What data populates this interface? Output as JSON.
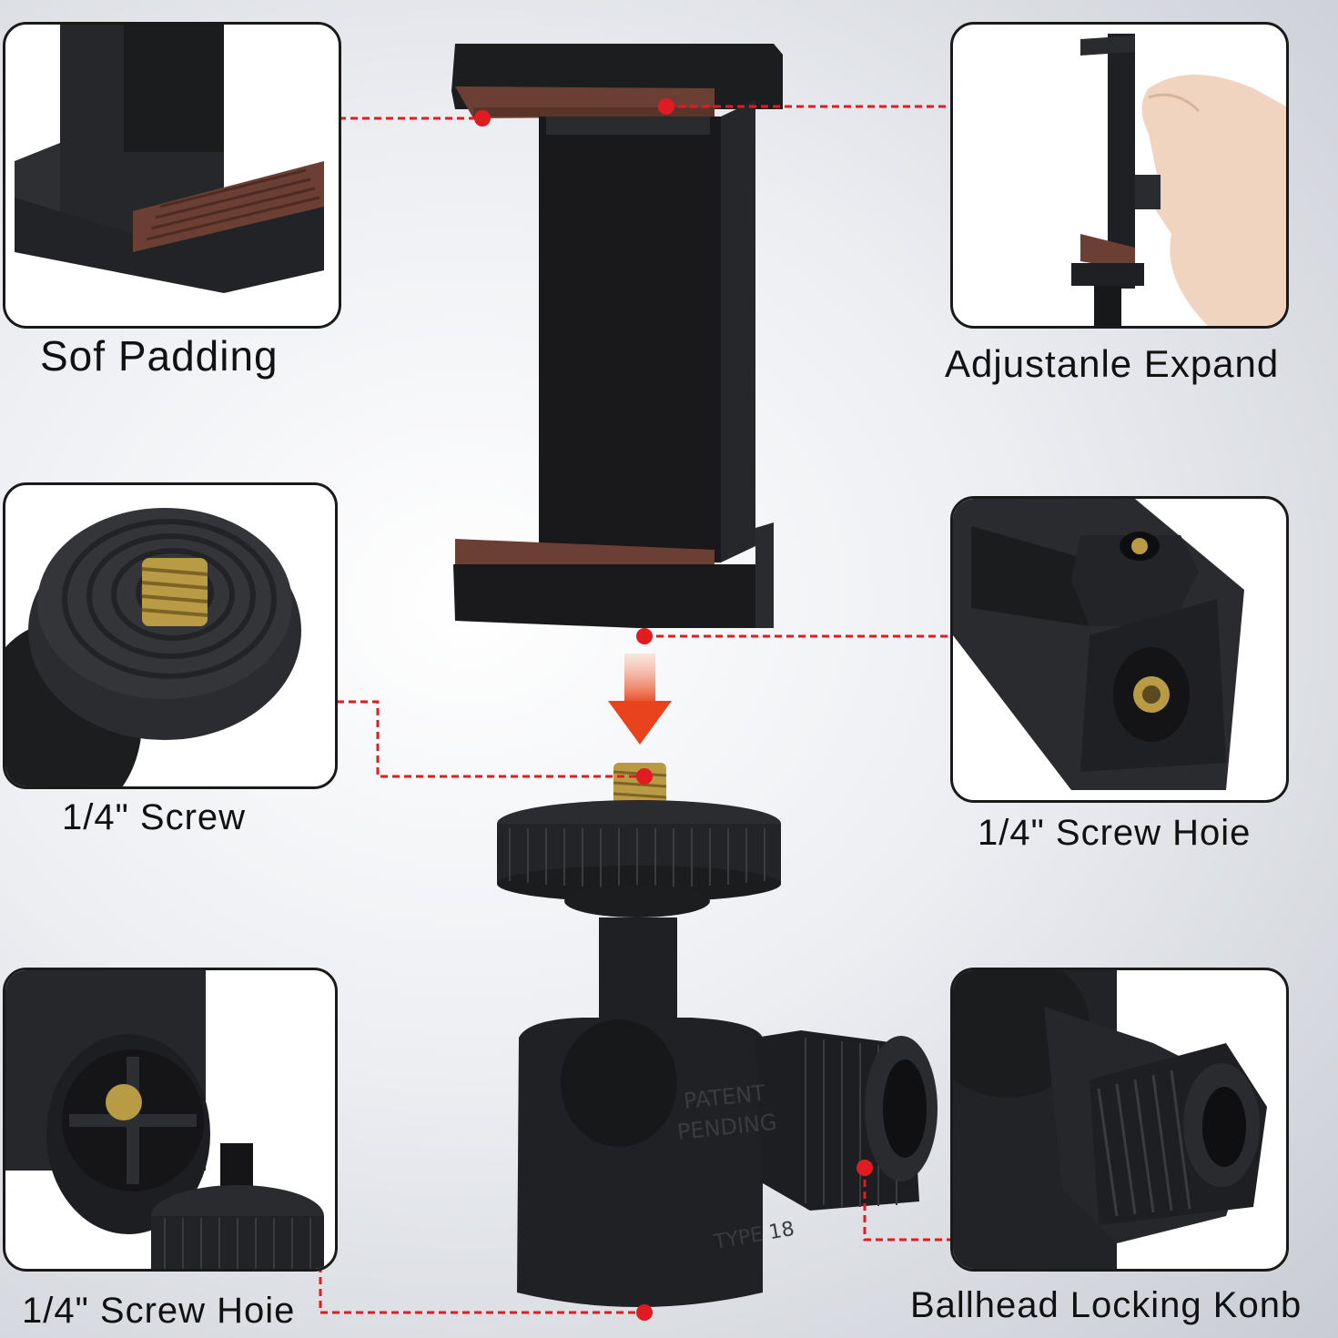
{
  "captions": {
    "soft_padding": "Sof Padding",
    "adjustable_expand": "Adjustanle Expand",
    "screw_top": "1/4\" Screw",
    "screw_hole_right": "1/4\" Screw Hoie",
    "screw_hole_bottom": "1/4\" Screw Hoie",
    "ballhead_knob": "Ballhead Locking Konb"
  },
  "product_markings": {
    "patent_line1": "PATENT",
    "patent_line2": "PENDING",
    "type_label": "TYPE 18"
  },
  "colors": {
    "leader_line": "#e11b22",
    "padding_brown": "#6b3f33",
    "body_black": "#1e1f21",
    "screw_brass": "#b99a45",
    "panel_border": "#1a1a1a"
  }
}
